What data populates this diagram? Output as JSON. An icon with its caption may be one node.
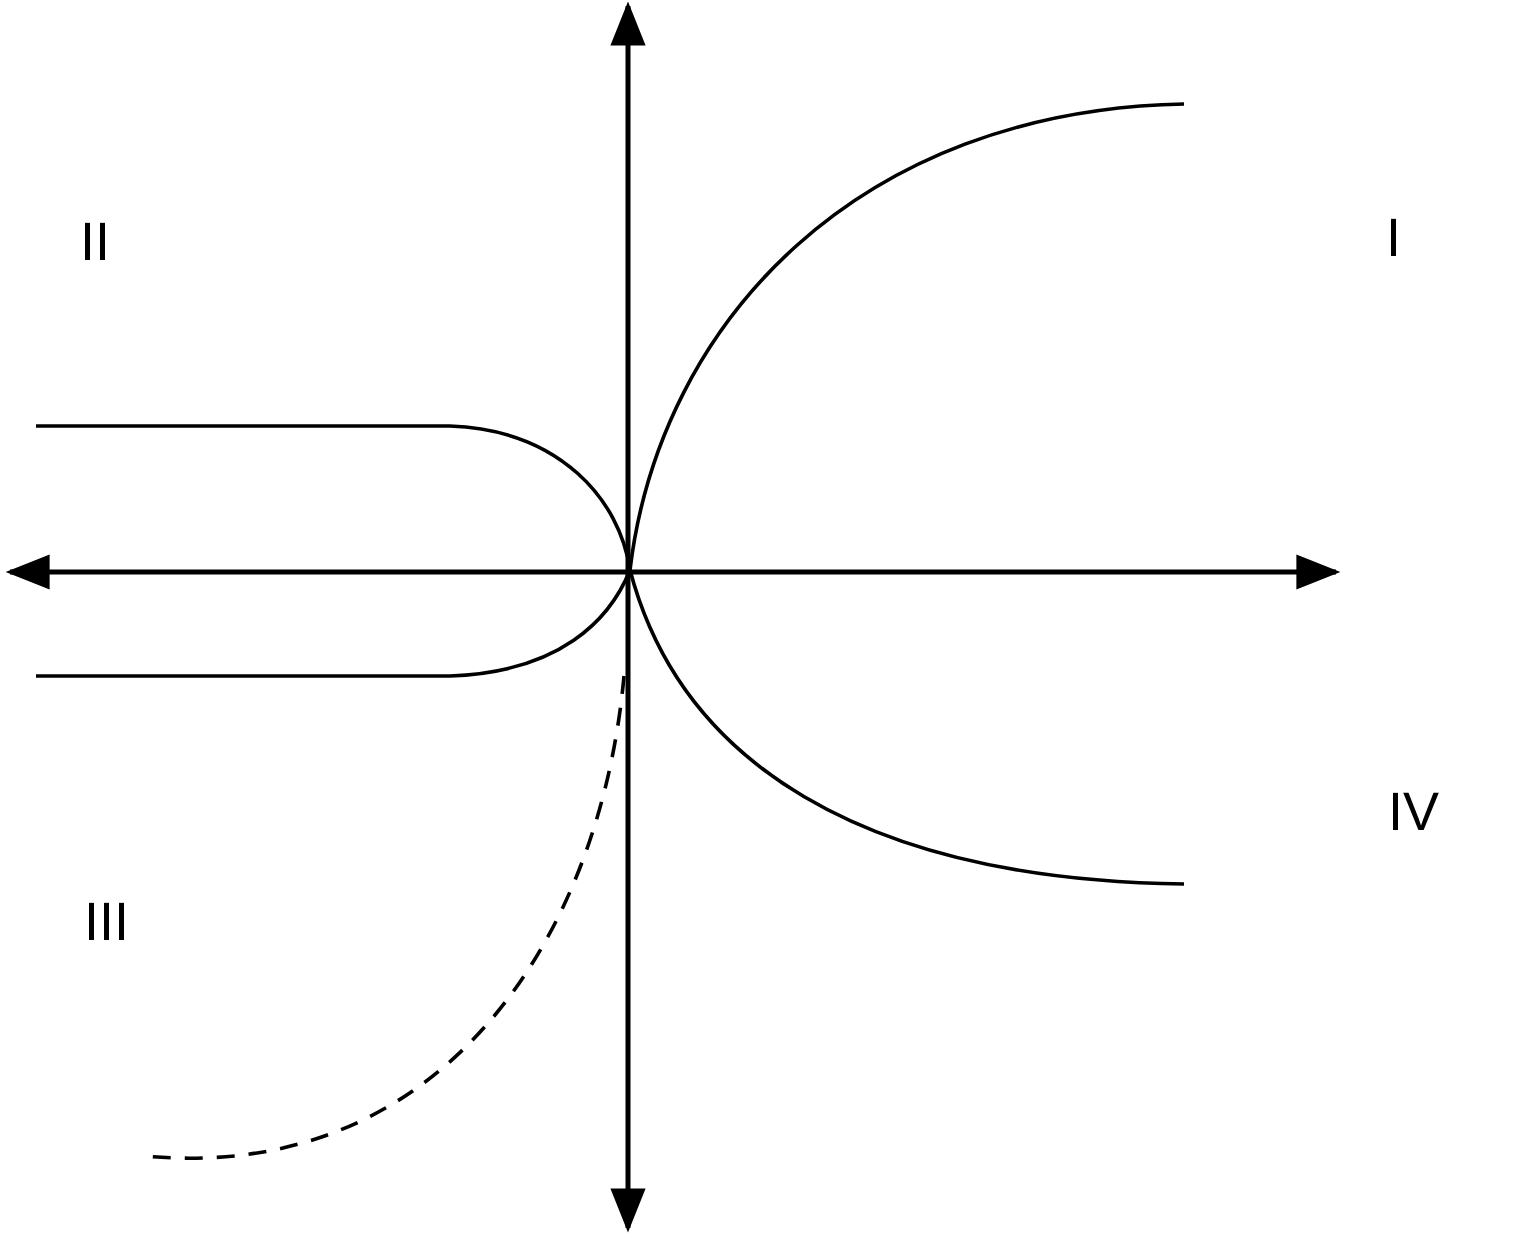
{
  "diagram": {
    "labels": [
      "II",
      "I",
      "IV",
      "III"
    ]
  }
}
